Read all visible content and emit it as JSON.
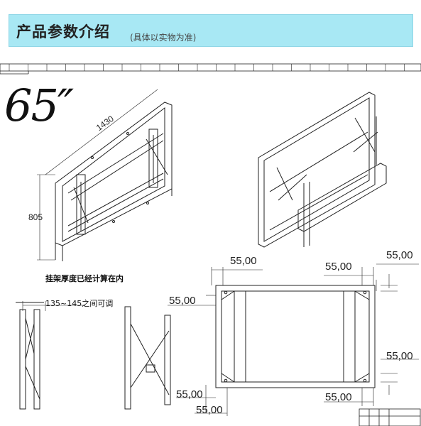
{
  "header": {
    "title": "产品参数介绍",
    "subtitle": "(具体以实物为准)",
    "background_color": "#a8e8f4"
  },
  "drawing": {
    "screen_size": "65″",
    "width_dim": "1430",
    "height_dim": "805",
    "frame_dims": {
      "top_left": "55,00",
      "top_mid": "55,00",
      "top_right": "55,00",
      "left_upper": "55,00",
      "right_lower": "55,00",
      "bottom_left_1": "55,00",
      "bottom_left_2": "55,00",
      "bottom_mid": "55,00"
    },
    "side_note": "挂架厚度已经计算在内",
    "depth_range": "135~145之间可调"
  }
}
